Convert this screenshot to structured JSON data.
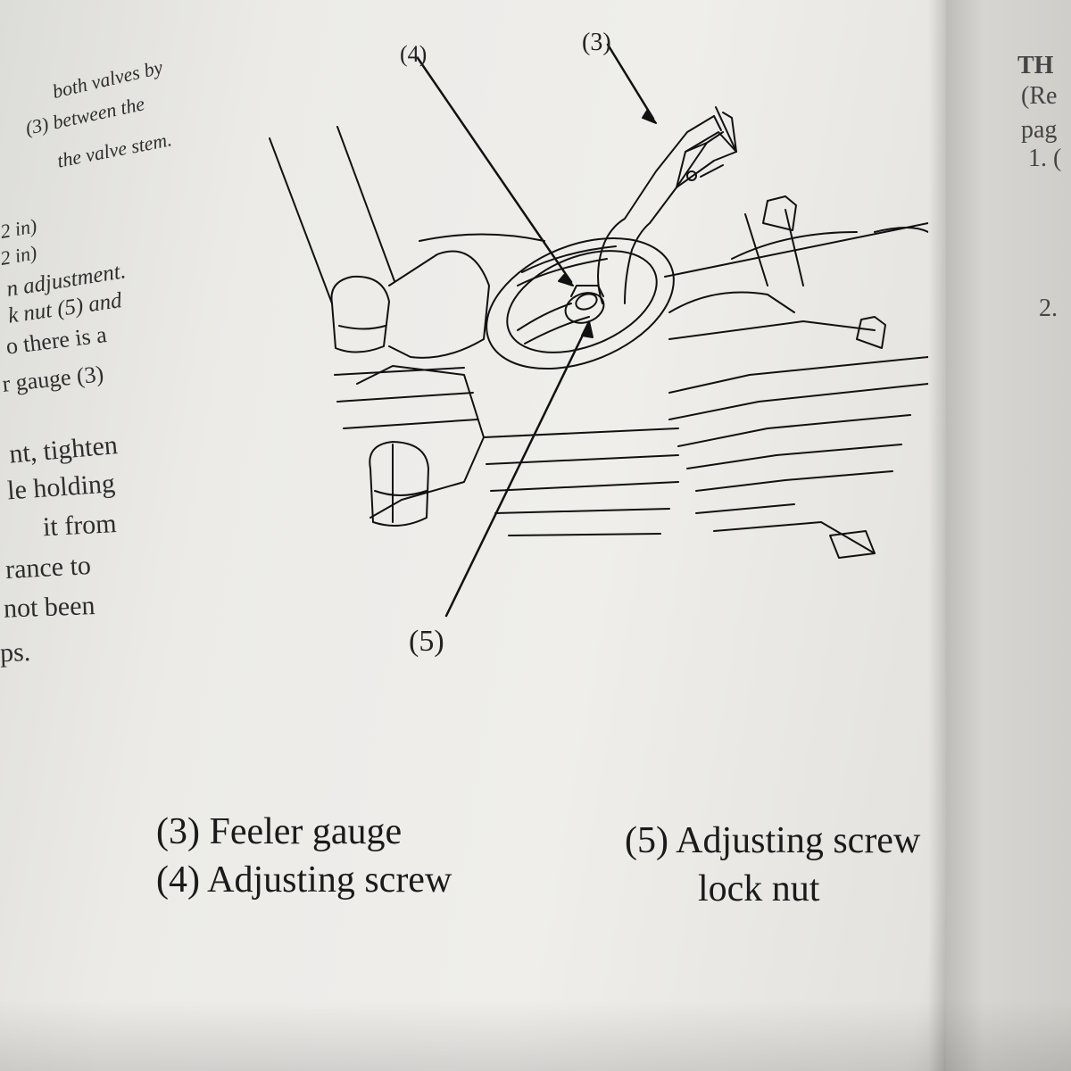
{
  "left_column": {
    "lines": [
      "both valves by",
      "(3) between the",
      "the valve stem.",
      "2 in)",
      "2 in)",
      "n adjustment.",
      "k nut (5) and",
      "o there is a",
      "r gauge (3)",
      "nt, tighten",
      "le holding",
      "it from",
      "rance to",
      "not been",
      "ps."
    ]
  },
  "right_page": {
    "lines": [
      "TH",
      "(Re",
      "pag",
      "1. (",
      "2."
    ]
  },
  "figure": {
    "callouts": {
      "c3": "(3)",
      "c4": "(4)",
      "c5": "(5)"
    }
  },
  "legend": {
    "item3": "(3) Feeler gauge",
    "item4": "(4) Adjusting screw",
    "item5_line1": "(5) Adjusting screw",
    "item5_line2": "lock nut"
  }
}
